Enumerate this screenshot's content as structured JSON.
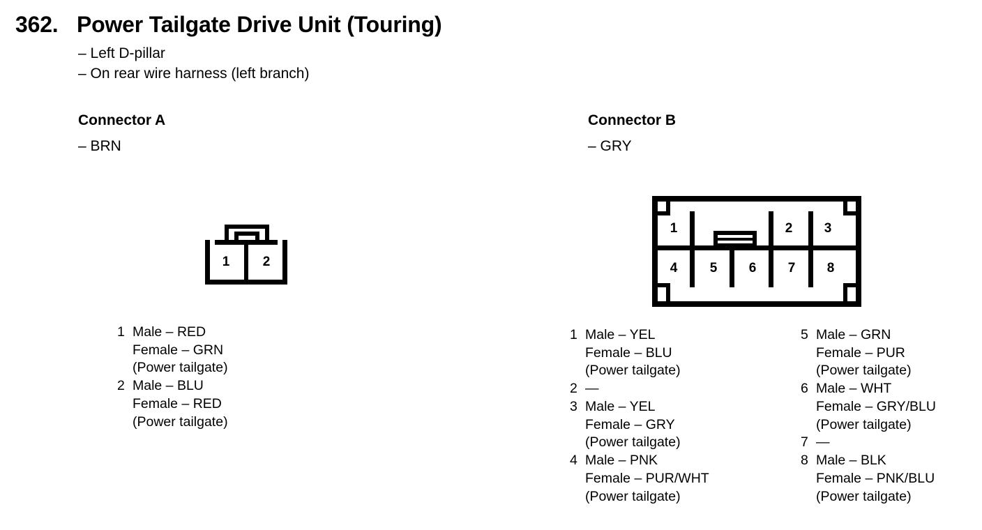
{
  "header": {
    "number": "362.",
    "title": "Power Tailgate Drive Unit (Touring)",
    "subtitles": [
      "– Left D-pillar",
      "– On rear wire harness (left branch)"
    ]
  },
  "connector_a": {
    "heading": "Connector A",
    "color": "– BRN",
    "diagram": {
      "cells": [
        {
          "num": "1"
        },
        {
          "num": "2"
        }
      ]
    },
    "pins": [
      {
        "index": "1",
        "lines": [
          "Male – RED",
          "Female – GRN",
          "(Power tailgate)"
        ]
      },
      {
        "index": "2",
        "lines": [
          "Male – BLU",
          "Female – RED",
          "(Power tailgate)"
        ]
      }
    ]
  },
  "connector_b": {
    "heading": "Connector B",
    "color": "– GRY",
    "diagram": {
      "top_row": [
        {
          "num": "1"
        },
        {
          "num": "2"
        },
        {
          "num": "3"
        }
      ],
      "bottom_row": [
        {
          "num": "4"
        },
        {
          "num": "5"
        },
        {
          "num": "6"
        },
        {
          "num": "7"
        },
        {
          "num": "8"
        }
      ]
    },
    "pins_left": [
      {
        "index": "1",
        "lines": [
          "Male – YEL",
          "Female – BLU",
          "(Power tailgate)"
        ]
      },
      {
        "index": "2",
        "lines": [
          "—"
        ]
      },
      {
        "index": "3",
        "lines": [
          "Male – YEL",
          "Female – GRY",
          "(Power tailgate)"
        ]
      },
      {
        "index": "4",
        "lines": [
          "Male – PNK",
          "Female – PUR/WHT",
          "(Power tailgate)"
        ]
      }
    ],
    "pins_right": [
      {
        "index": "5",
        "lines": [
          "Male – GRN",
          "Female – PUR",
          "(Power tailgate)"
        ]
      },
      {
        "index": "6",
        "lines": [
          "Male – WHT",
          "Female – GRY/BLU",
          "(Power tailgate)"
        ]
      },
      {
        "index": "7",
        "lines": [
          "—"
        ]
      },
      {
        "index": "8",
        "lines": [
          "Male – BLK",
          "Female – PNK/BLU",
          "(Power tailgate)"
        ]
      }
    ]
  },
  "colors": {
    "ink": "#000000",
    "paper": "#ffffff"
  }
}
